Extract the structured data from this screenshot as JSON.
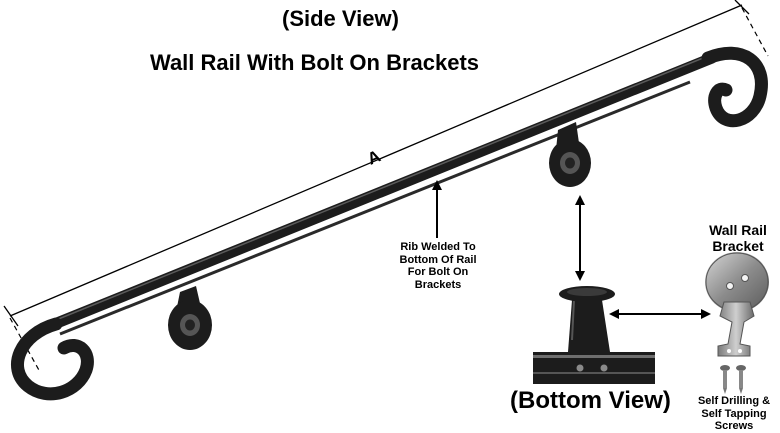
{
  "header": {
    "view_label": "(Side View)",
    "title": "Wall Rail With Bolt On Brackets"
  },
  "dimension": {
    "label": "A"
  },
  "rib_note": {
    "line1": "Rib Welded To",
    "line2": "Bottom Of Rail",
    "line3": "For Bolt On",
    "line4": "Brackets"
  },
  "bottom_view": {
    "label": "(Bottom View)"
  },
  "bracket": {
    "line1": "Wall Rail",
    "line2": "Bracket"
  },
  "screws": {
    "line1": "Self Drilling &",
    "line2": "Self Tapping",
    "line3": "Screws"
  },
  "colors": {
    "metal": "#1c1c1c",
    "highlight": "#6e6e6e",
    "bracket_metal": "#9a9a9a",
    "background": "#ffffff"
  }
}
